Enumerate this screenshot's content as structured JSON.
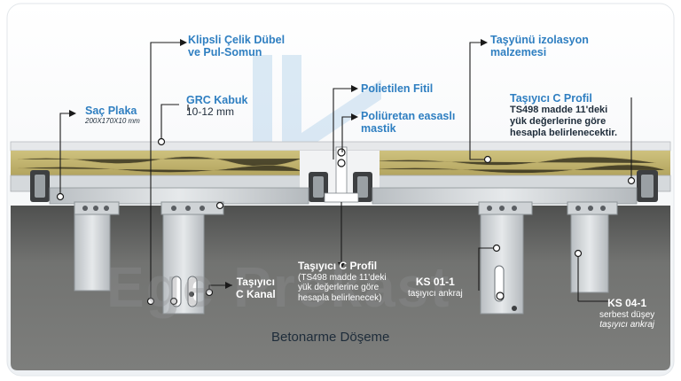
{
  "labels": {
    "klipsli_line1": "Klipsli Çelik Dübel",
    "klipsli_line2": "ve Pul-Somun",
    "tasyunu_line1": "Taşyünü izolasyon",
    "tasyunu_line2": "malzemesi",
    "sac_plaka": "Saç Plaka",
    "sac_plaka_dim": "200X170X10 mm",
    "grc_kabuk": "GRC Kabuk",
    "grc_thickness": "10-12 mm",
    "polietilen": "Polietilen Fitil",
    "poliuretan_line1": "Poliüretan easaslı",
    "poliuretan_line2": "mastik",
    "tasiyici_c_profil_right": "Taşıyıcı C Profil",
    "ts498_right_line1": "TS498 madde 11'deki",
    "ts498_right_line2": "yük değerlerine göre",
    "ts498_right_line3": "hesapla belirlenecektir.",
    "tasiyici_c_profil_center": "Taşıyıcı C Profil",
    "ts498_center_line1": "(TS498 madde 11'deki",
    "ts498_center_line2": "yük değerlerine göre",
    "ts498_center_line3": "hesapla belirlenecek)",
    "c_kanal_line1": "Taşıyıcı",
    "c_kanal_line2": "C Kanal",
    "ks01_line1": "KS 01-1",
    "ks01_line2": "taşıyıcı ankraj",
    "ks04_line1": "KS 04-1",
    "ks04_line2": "serbest düşey",
    "ks04_line3": "taşıyıcı ankraj",
    "betonarme": "Betonarme Döşeme"
  },
  "watermark": "Ege Prekast",
  "colors": {
    "label_blue": "#2f7fc1",
    "concrete": "#6a6b69",
    "insulation": "#c2b36e",
    "steel": "#cfd3d6",
    "leader": "#1a1a1a"
  }
}
